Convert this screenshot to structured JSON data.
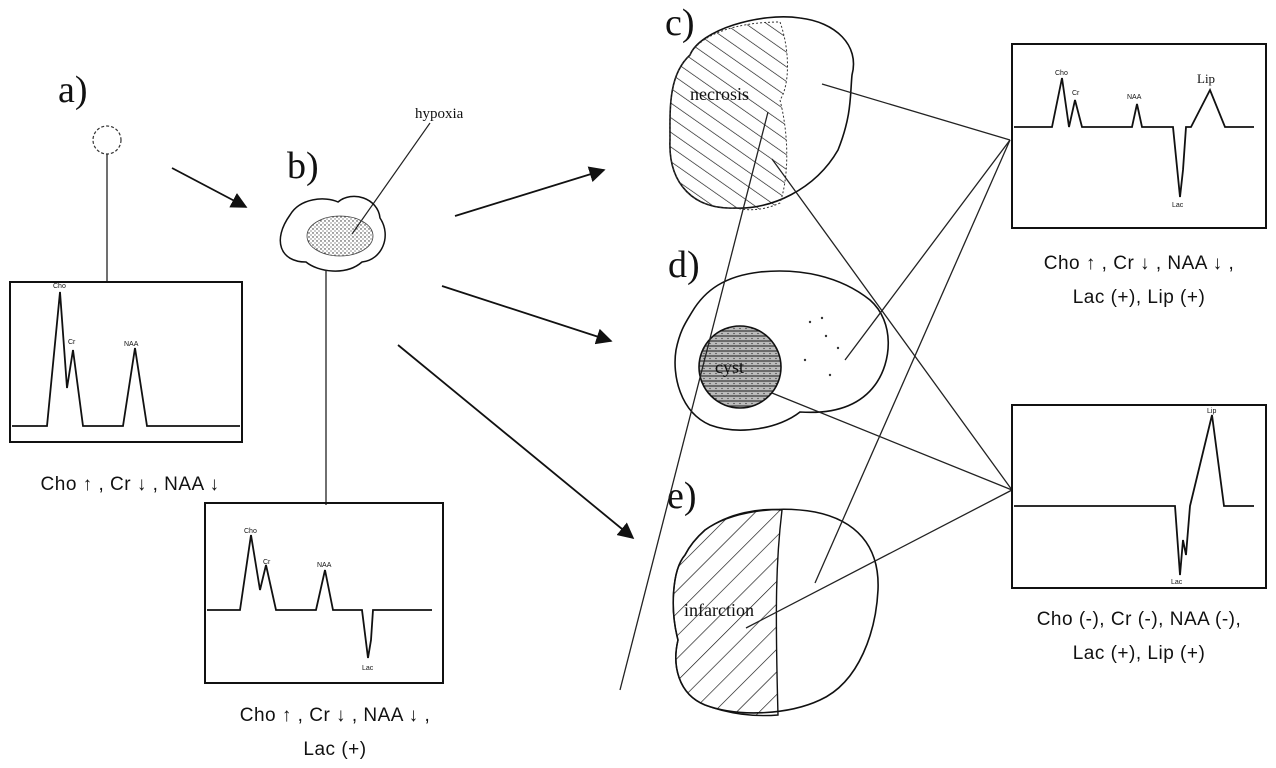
{
  "panel_labels": {
    "a": "a)",
    "b": "b)",
    "c": "c)",
    "d": "d)",
    "e": "e)"
  },
  "region_labels": {
    "hypoxia": "hypoxia",
    "necrosis": "necrosis",
    "cyst": "cyst",
    "infarction": "infarction"
  },
  "spectrum_peak_labels": {
    "cho": "Cho",
    "cr": "Cr",
    "naa": "NAA",
    "lac": "Lac",
    "lip": "Lip"
  },
  "captions": {
    "a": [
      "Cho ↑ ,  Cr ↓ ,  NAA ↓"
    ],
    "b": [
      "Cho ↑ ,  Cr ↓ ,  NAA ↓ ,",
      "Lac (+)"
    ],
    "c_d": [
      "Cho ↑ ,  Cr ↓ ,  NAA ↓ ,",
      "Lac (+),  Lip (+)"
    ],
    "e": [
      "Cho (-),  Cr (-),  NAA (-),",
      "Lac (+),  Lip (+)"
    ]
  }
}
